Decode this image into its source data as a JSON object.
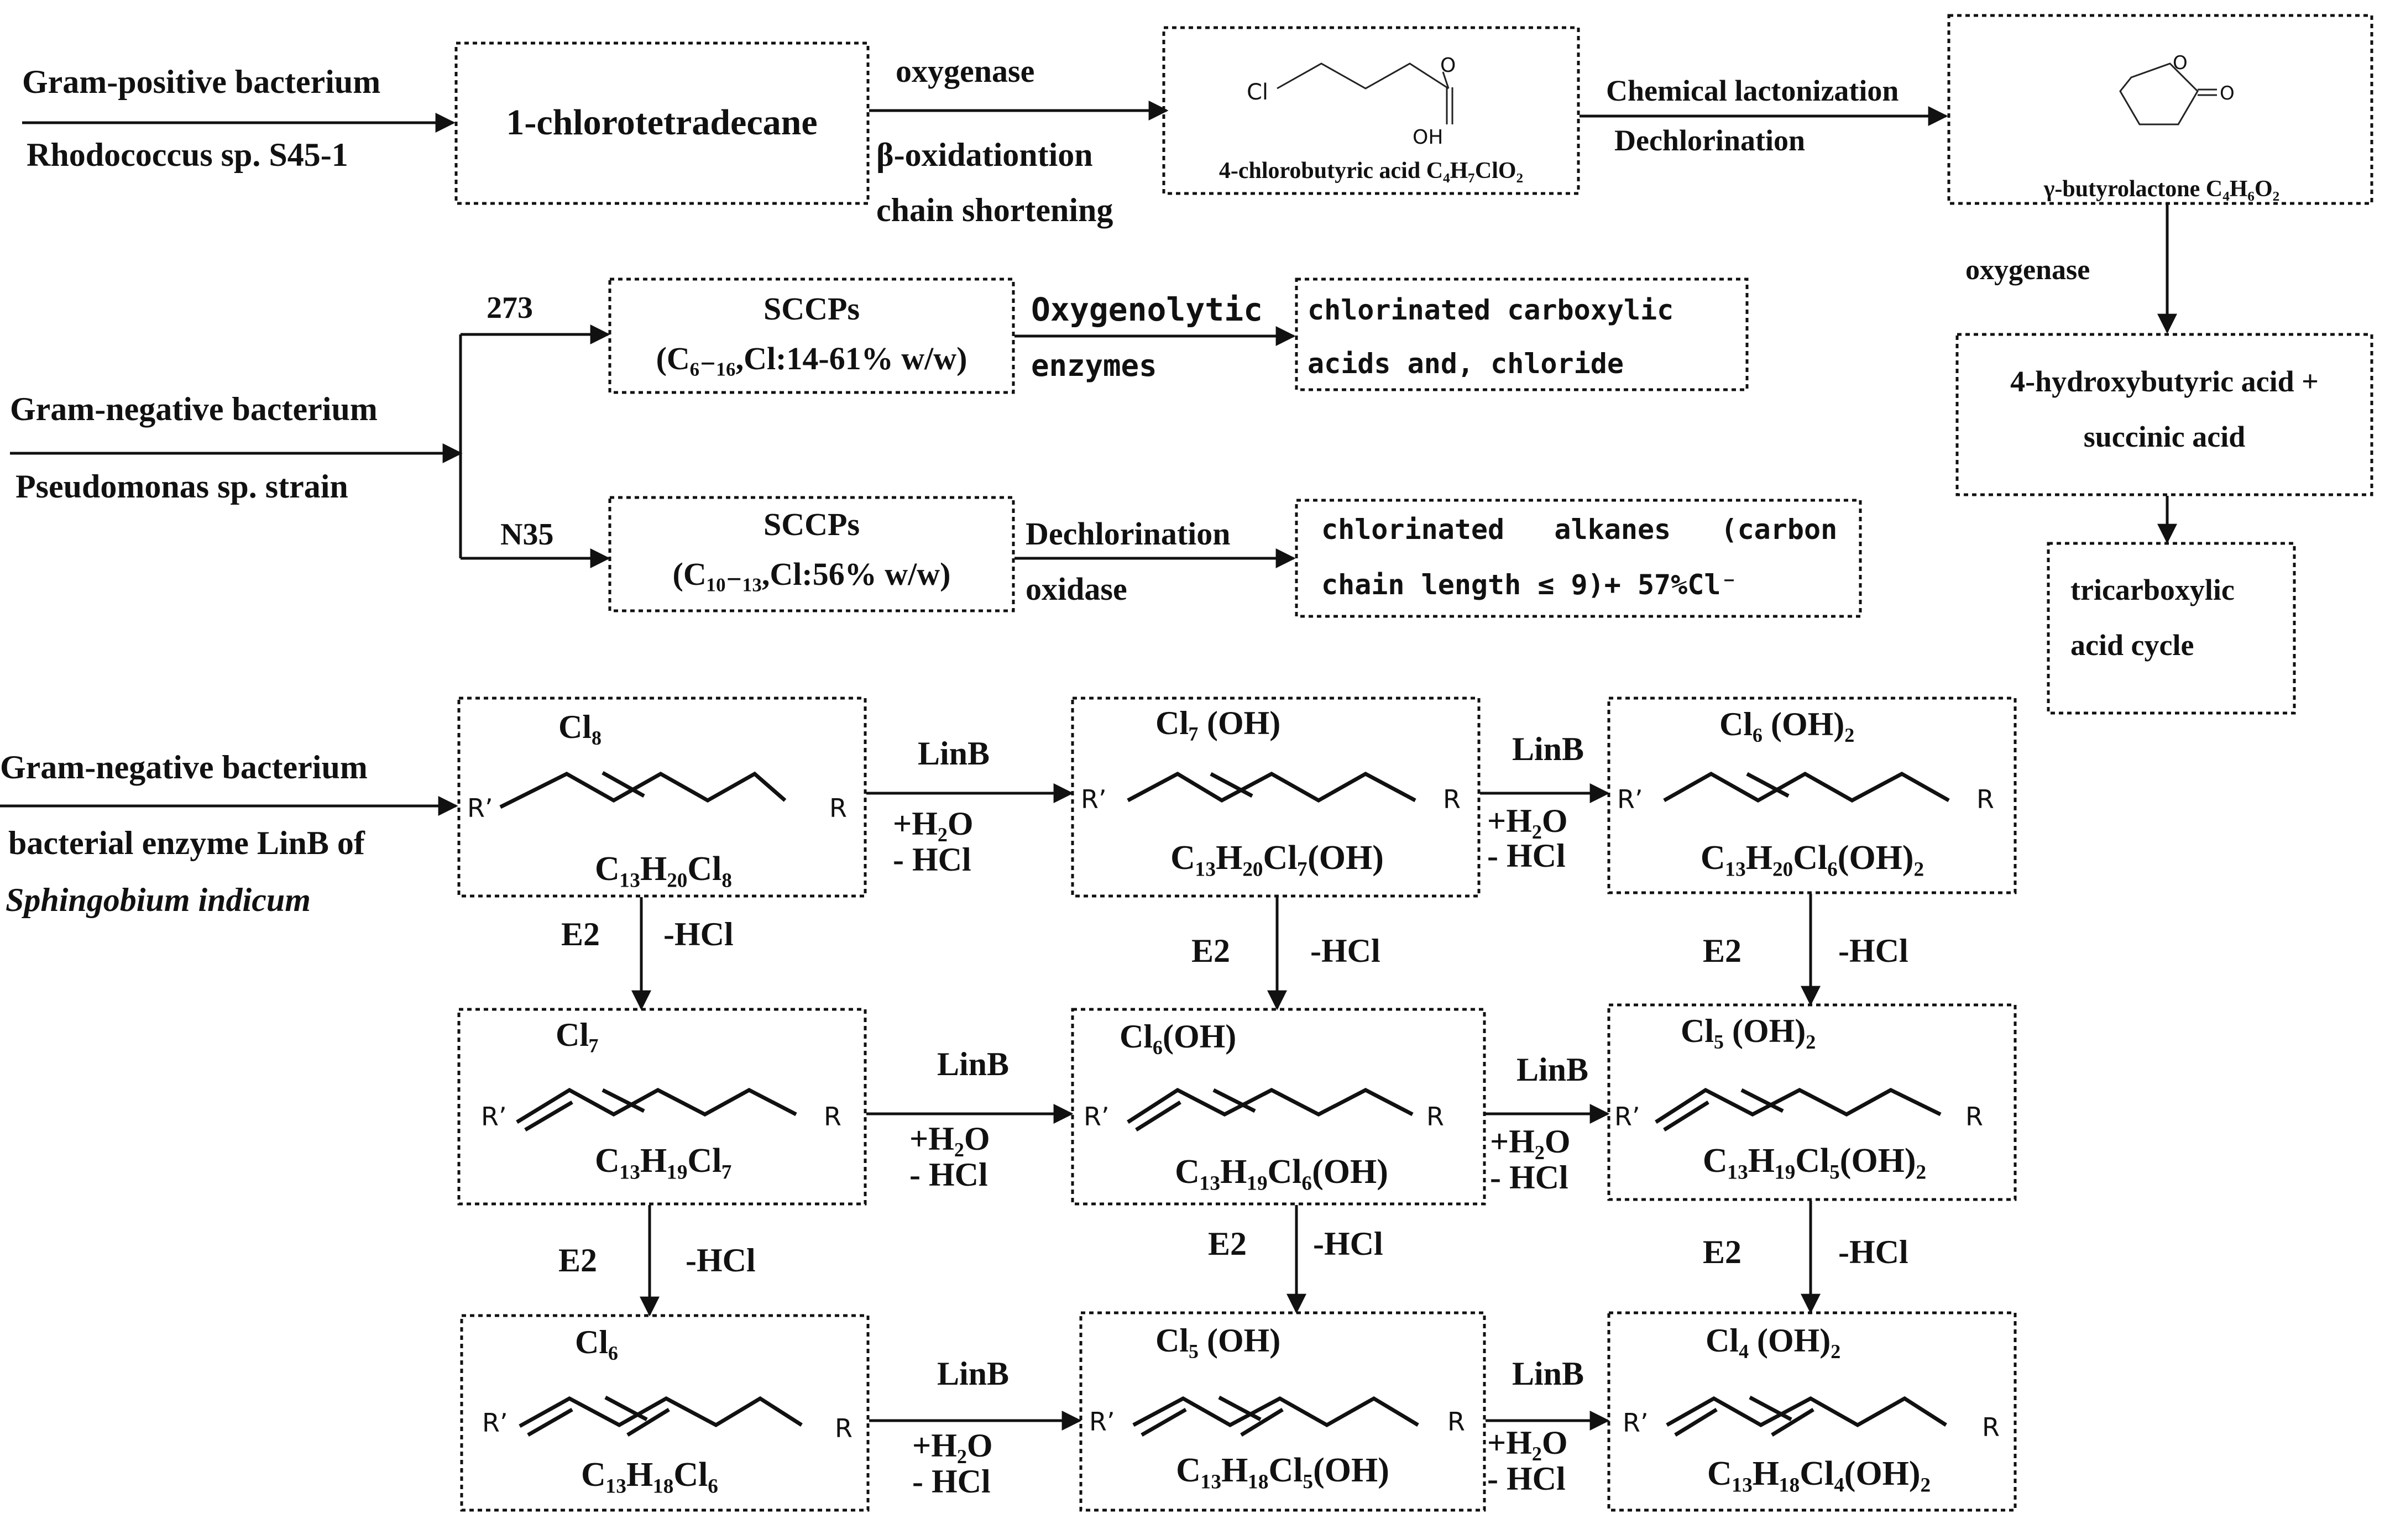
{
  "colors": {
    "ink": "#111111",
    "background": "#ffffff"
  },
  "top": {
    "left_label1": "Gram-positive bacterium",
    "left_label2": "Rhodococcus sp. S45-1",
    "box1": "1-chlorotetradecane",
    "arrow1_top": "oxygenase",
    "arrow1_bot1": "β-oxidationtion",
    "arrow1_bot2": "chain shortening",
    "box2_caption": "4-chlorobutyric acid C₄H₇ClO₂",
    "box2_cl": "Cl",
    "box2_o": "O",
    "box2_oh": "OH",
    "arrow2_top": "Chemical lactonization",
    "arrow2_bot": "Dechlorination",
    "box3_caption": "γ-butyrolactone C₄H₆O₂",
    "box3_o": "O",
    "box3_o2": "O",
    "down1_label": "oxygenase",
    "box4_line1": "4-hydroxybutyric acid +",
    "box4_line2": "succinic acid",
    "box5_line1": "tricarboxylic",
    "box5_line2": "acid cycle"
  },
  "middle": {
    "left_label1": "Gram-negative bacterium",
    "left_label2": "Pseudomonas sp. strain",
    "branch1": "273",
    "branch2": "N35",
    "box1_line1": "SCCPs",
    "box1_line2": "(C₆₋₁₆,Cl:14-61% w/w)",
    "arrow1_top": "Oxygenolytic",
    "arrow1_bot": "enzymes",
    "box2_line1": "chlorinated carboxylic",
    "box2_line2": "acids and, chloride",
    "box3_line1": "SCCPs",
    "box3_line2": "(C₁₀₋₁₃,Cl:56% w/w)",
    "arrow2_top": "Dechlorination",
    "arrow2_bot": "oxidase",
    "box4_line1": "chlorinated   alkanes   (carbon",
    "box4_line2": "chain length ≤ 9)+ 57%Cl⁻"
  },
  "bottom": {
    "left_label1": "Gram-negative bacterium",
    "left_label2": "bacterial enzyme LinB of",
    "left_label3": "Sphingobium indicum",
    "r_prime": "R’",
    "r": "R",
    "linb": "LinB",
    "h2o": "+H₂O",
    "hcl": "- HCl",
    "e2": "E2",
    "minus_hcl": "-HCl",
    "grid": [
      [
        {
          "top": "Cl₈",
          "bottom": "C₁₃H₂₀Cl₈"
        },
        {
          "top": "Cl₇ (OH)",
          "bottom": "C₁₃H₂₀Cl₇(OH)"
        },
        {
          "top": "Cl₆ (OH)₂",
          "bottom": "C₁₃H₂₀Cl₆(OH)₂"
        }
      ],
      [
        {
          "top": "Cl₇",
          "bottom": "C₁₃H₁₉Cl₇"
        },
        {
          "top": "Cl₆(OH)",
          "bottom": "C₁₃H₁₉Cl₆(OH)"
        },
        {
          "top": "Cl₅ (OH)₂",
          "bottom": "C₁₃H₁₉Cl₅(OH)₂"
        }
      ],
      [
        {
          "top": "Cl₆",
          "bottom": "C₁₃H₁₈Cl₆"
        },
        {
          "top": "Cl₅ (OH)",
          "bottom": "C₁₃H₁₈Cl₅(OH)"
        },
        {
          "top": "Cl₄ (OH)₂",
          "bottom": "C₁₃H₁₈Cl₄(OH)₂"
        }
      ]
    ]
  }
}
